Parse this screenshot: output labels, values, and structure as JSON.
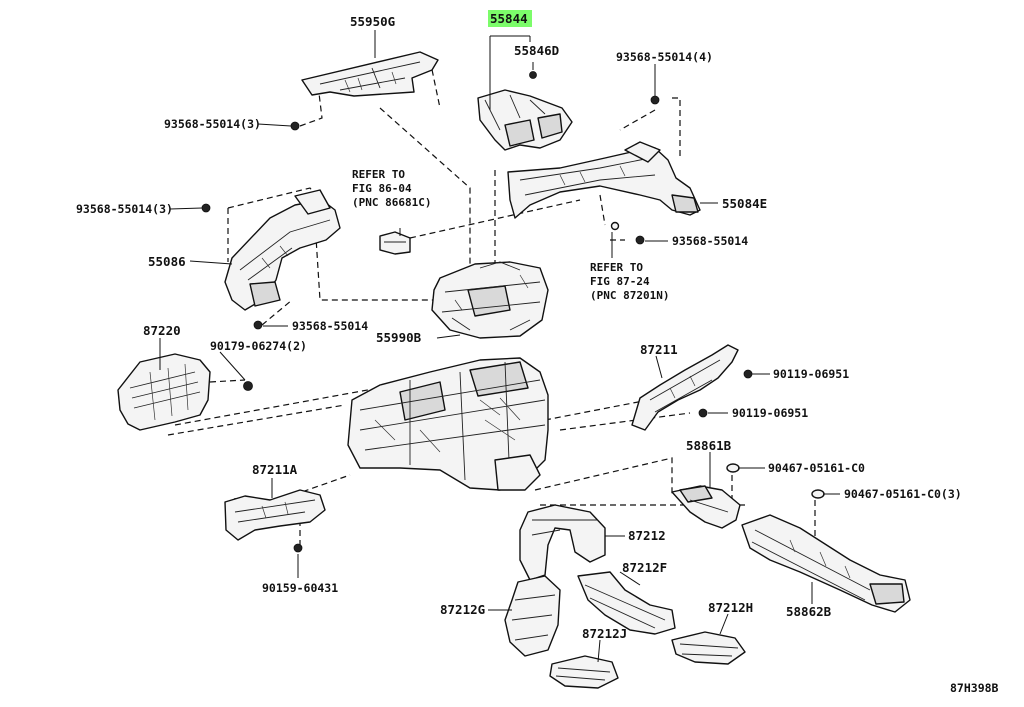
{
  "diagram_code": "87H398B",
  "highlight_color": "#7CFC6A",
  "labels": {
    "p55950G": "55950G",
    "p55844": "55844",
    "p55846D": "55846D",
    "p93568_55014_4": "93568-55014(4)",
    "p93568_55014_3a": "93568-55014(3)",
    "p93568_55014_3b": "93568-55014(3)",
    "p55084E": "55084E",
    "p93568_55014_r": "93568-55014",
    "p55086": "55086",
    "p93568_55014_l": "93568-55014",
    "p55990B": "55990B",
    "p87220": "87220",
    "p90179_06274_2": "90179-06274(2)",
    "p87211": "87211",
    "p90119_06951_a": "90119-06951",
    "p90119_06951_b": "90119-06951",
    "p58861B": "58861B",
    "p90467_05161_C0": "90467-05161-C0",
    "p90467_05161_C0_3": "90467-05161-C0(3)",
    "p87211A": "87211A",
    "p87212": "87212",
    "p90159_60431": "90159-60431",
    "p87212G": "87212G",
    "p87212F": "87212F",
    "p87212J": "87212J",
    "p87212H": "87212H",
    "p58862B": "58862B"
  },
  "refs": {
    "ref1": {
      "line1": "REFER TO",
      "line2": "FIG 86-04",
      "line3": "(PNC 86681C)"
    },
    "ref2": {
      "line1": "REFER TO",
      "line2": "FIG 87-24",
      "line3": "(PNC 87201N)"
    }
  }
}
